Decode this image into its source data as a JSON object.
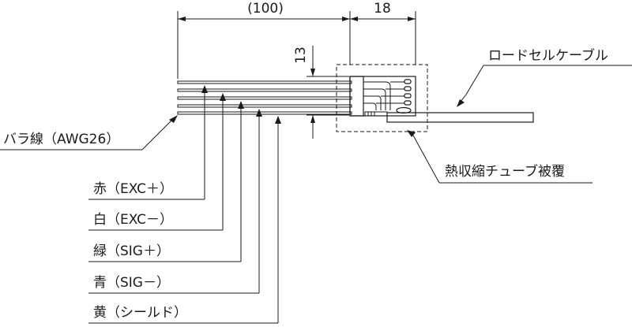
{
  "dimensions": {
    "length_label": "(100)",
    "width_label": "18",
    "pitch_label": "13"
  },
  "labels": {
    "cable": "ロードセルケーブル",
    "bare_wires": "バラ線（AWG26）",
    "heat_shrink": "熱収縮チューブ被覆",
    "red": "赤（EXC＋）",
    "white": "白（EXC－）",
    "green": "緑（SIG＋）",
    "blue": "青（SIG－）",
    "yellow": "黄（シールド）"
  }
}
